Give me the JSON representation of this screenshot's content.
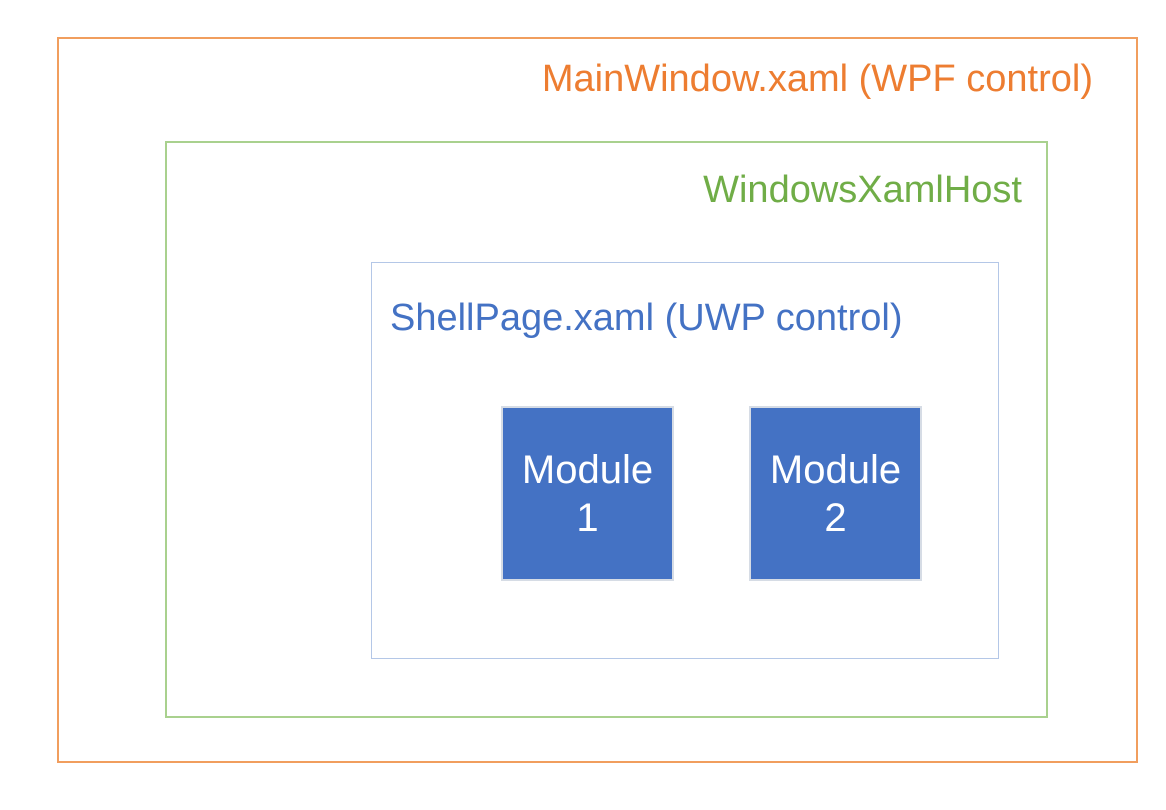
{
  "colors": {
    "outer_border": "#F19E5E",
    "outer_label": "#ED7D31",
    "host_border": "#A9D18E",
    "host_label": "#70AD47",
    "shell_border": "#B4C7E7",
    "shell_label": "#4472C4",
    "module_fill": "#4472C4",
    "module_border": "#D6DCE5",
    "module_text": "#FFFFFF"
  },
  "diagram": {
    "outer_box": {
      "label": "MainWindow.xaml (WPF control)"
    },
    "host_box": {
      "label": "WindowsXamlHost"
    },
    "shell_box": {
      "label": "ShellPage.xaml (UWP control)"
    },
    "modules": [
      {
        "line1": "Module",
        "line2": "1"
      },
      {
        "line1": "Module",
        "line2": "2"
      }
    ]
  }
}
